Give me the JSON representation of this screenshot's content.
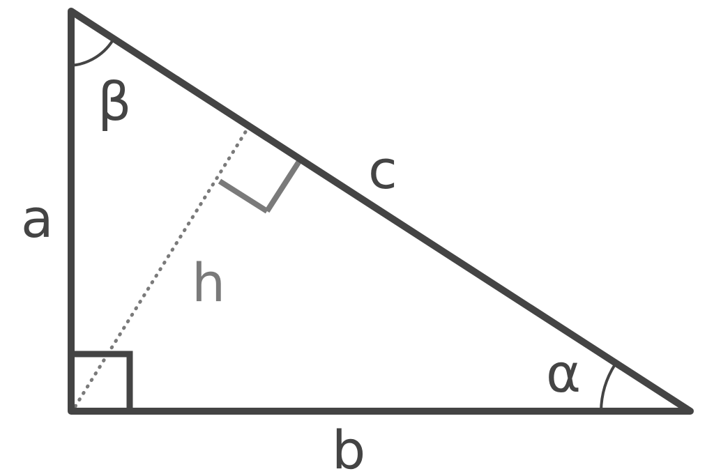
{
  "labels": {
    "alpha": "α",
    "beta": "β",
    "a": "a",
    "b": "b",
    "c": "c",
    "h": "h"
  },
  "colors": {
    "stroke": "#444444",
    "altitude": "#7a7a7a"
  }
}
